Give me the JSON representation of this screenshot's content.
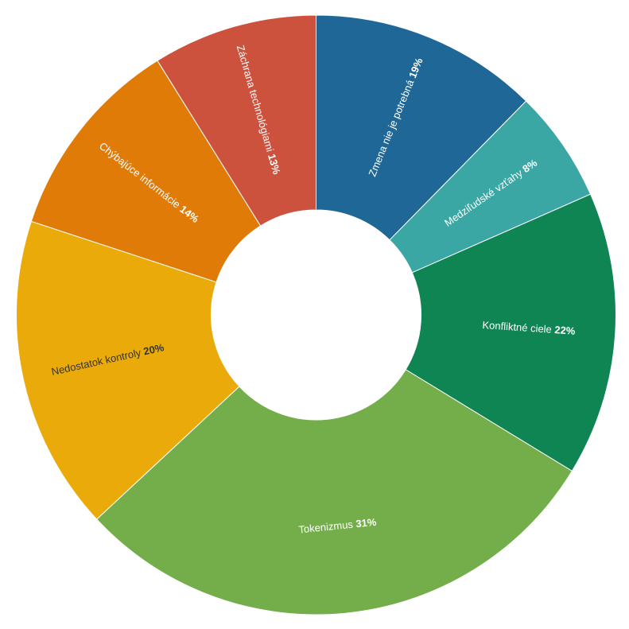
{
  "chart_data": {
    "type": "pie",
    "donut": true,
    "title": "",
    "slices": [
      {
        "label": "Zmena nie je potrebná",
        "pct_text": "19%",
        "value": 19,
        "color": "#1f6796",
        "text_color": "#ffffff"
      },
      {
        "label": "Medziľudské vzťahy",
        "pct_text": "8%",
        "value": 8,
        "color": "#3ba7a5",
        "text_color": "#ffffff"
      },
      {
        "label": "Konfliktné ciele",
        "pct_text": "22%",
        "value": 22,
        "color": "#108554",
        "text_color": "#ffffff"
      },
      {
        "label": "Tokenizmus",
        "pct_text": "31%",
        "value": 31,
        "color": "#74ae4a",
        "text_color": "#ffffff"
      },
      {
        "label": "Nedostatok kontroly",
        "pct_text": "20%",
        "value": 20,
        "color": "#eaab0a",
        "text_color": "#333333"
      },
      {
        "label": "Chýbajúce informácie",
        "pct_text": "14%",
        "value": 14,
        "color": "#e07b08",
        "text_color": "#ffffff"
      },
      {
        "label": "Záchrana technológiami",
        "pct_text": "13%",
        "value": 13,
        "color": "#cc523d",
        "text_color": "#ffffff"
      }
    ]
  }
}
